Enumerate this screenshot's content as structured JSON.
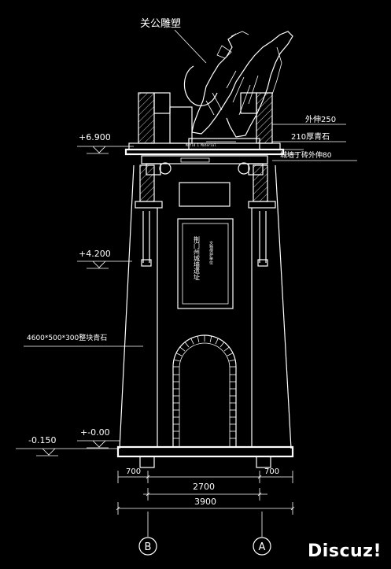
{
  "labels": {
    "statue": "关公雕塑",
    "wall_ext": "外伸250",
    "stone_210": "210厚青石",
    "brick_ext": "城墙丁砖外伸80",
    "small_text": "Matld 1 Material",
    "stone_block": "4600*500*300整块青石",
    "plaque_text": "荆门州城墙遗址",
    "plaque_side": "文物保护单位"
  },
  "elevations": {
    "top": "+6.900",
    "mid": "+4.200",
    "ground": "+-0.00",
    "base": "-0.150"
  },
  "dimensions": {
    "left_700": "700",
    "right_700": "700",
    "inner": "2700",
    "total": "3900"
  },
  "axes": {
    "left": "B",
    "right": "A"
  },
  "watermark": "Discuz!"
}
